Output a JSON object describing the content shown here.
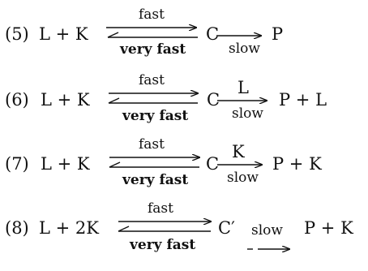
{
  "reactions": [
    {
      "number": "(5)",
      "reactants": "L + K",
      "forward_label": "fast",
      "reverse_label": "very fast",
      "intermediate": "C",
      "above_label": "",
      "below_label": "slow",
      "products": "P"
    },
    {
      "number": "(6)",
      "reactants": "L + K",
      "forward_label": "fast",
      "reverse_label": "very fast",
      "intermediate": "C",
      "above_label": "L",
      "below_label": "slow",
      "products": "P + L"
    },
    {
      "number": "(7)",
      "reactants": "L + K",
      "forward_label": "fast",
      "reverse_label": "very fast",
      "intermediate": "C",
      "above_label": "K",
      "below_label": "slow",
      "products": "P + K"
    },
    {
      "number": "(8)",
      "reactants": "L + 2K",
      "forward_label": "fast",
      "reverse_label": "very fast",
      "intermediate": "C′",
      "above_label": "",
      "below_label": "slow",
      "products": "P + K"
    }
  ],
  "colors": {
    "ink": "#111111",
    "background": "#ffffff"
  }
}
